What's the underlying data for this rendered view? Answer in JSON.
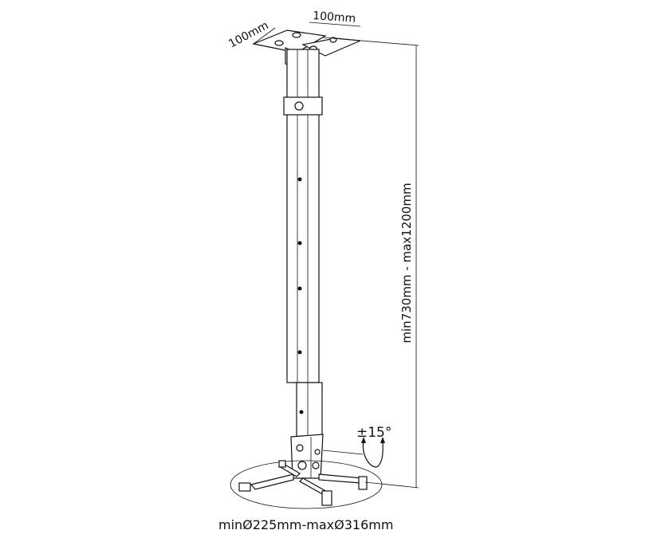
{
  "labels": {
    "plate_width": "100mm",
    "plate_depth": "100mm",
    "height_range": "min730mm - max1200mm",
    "tilt": "±15°",
    "diameter_range": "minØ225mm-maxØ316mm"
  }
}
